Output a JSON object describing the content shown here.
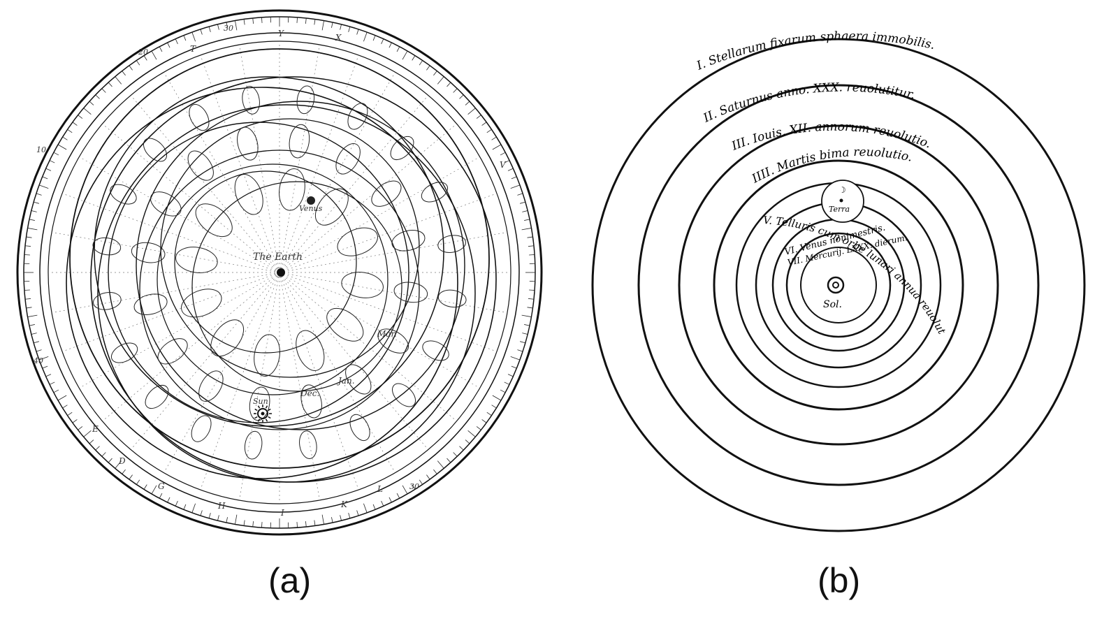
{
  "figure": {
    "panel_a": {
      "label": "(a)",
      "annotations": {
        "earth": "The Earth",
        "venus": "Venus",
        "sun": "Sun",
        "months": [
          "Dec.",
          "Jan.",
          "Mar."
        ]
      },
      "scale_letters": [
        "Y",
        "X",
        "V",
        "T",
        "E",
        "D",
        "G",
        "H",
        "I",
        "K",
        "L"
      ],
      "scale_numbers": [
        "30",
        "20",
        "10",
        "40",
        "30"
      ]
    },
    "panel_b": {
      "label": "(b)",
      "orbits": [
        "I. Stellarum fixarum sphaera immobilis.",
        "II. Saturnus anno. XXX. reuolutitur.",
        "III. Iouis. XII. annorum reuolutio.",
        "IIII. Martis bima reuolutio.",
        "V. Telluris cum orbe lunari annua reuolutio.",
        "VI. Venus nonimestris.",
        "VII. Mercurij. LXXX. dierum."
      ],
      "terra_label": "Terra",
      "moon_symbol": "☽",
      "sun_label": "Sol."
    }
  }
}
